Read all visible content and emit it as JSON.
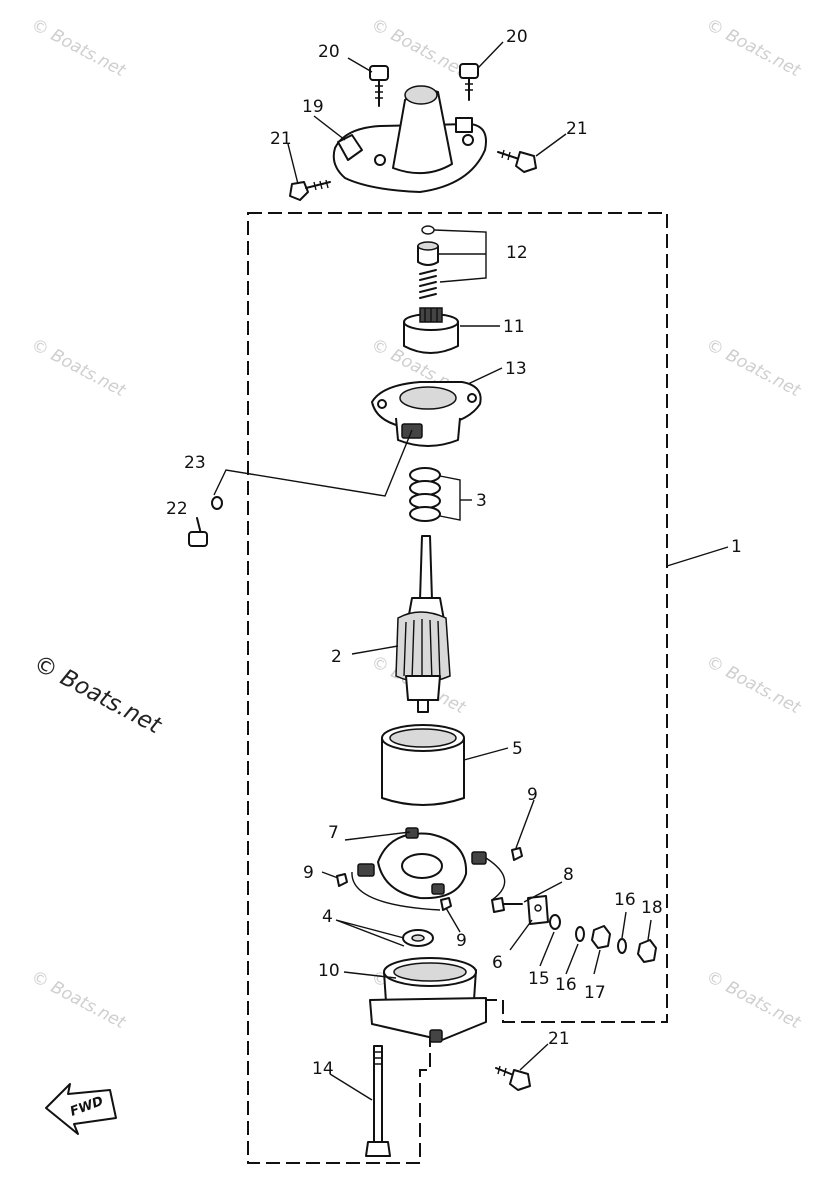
{
  "diagram": {
    "callouts": [
      {
        "id": "c20a",
        "text": "20"
      },
      {
        "id": "c20b",
        "text": "20"
      },
      {
        "id": "c19",
        "text": "19"
      },
      {
        "id": "c21a",
        "text": "21"
      },
      {
        "id": "c21b",
        "text": "21"
      },
      {
        "id": "c12",
        "text": "12"
      },
      {
        "id": "c11",
        "text": "11"
      },
      {
        "id": "c13",
        "text": "13"
      },
      {
        "id": "c23",
        "text": "23"
      },
      {
        "id": "c22",
        "text": "22"
      },
      {
        "id": "c3",
        "text": "3"
      },
      {
        "id": "c1",
        "text": "1"
      },
      {
        "id": "c2",
        "text": "2"
      },
      {
        "id": "c5",
        "text": "5"
      },
      {
        "id": "c9a",
        "text": "9"
      },
      {
        "id": "c7",
        "text": "7"
      },
      {
        "id": "c9b",
        "text": "9"
      },
      {
        "id": "c8",
        "text": "8"
      },
      {
        "id": "c16a",
        "text": "16"
      },
      {
        "id": "c18",
        "text": "18"
      },
      {
        "id": "c4",
        "text": "4"
      },
      {
        "id": "c9c",
        "text": "9"
      },
      {
        "id": "c6",
        "text": "6"
      },
      {
        "id": "c15",
        "text": "15"
      },
      {
        "id": "c16b",
        "text": "16"
      },
      {
        "id": "c17",
        "text": "17"
      },
      {
        "id": "c10",
        "text": "10"
      },
      {
        "id": "c21c",
        "text": "21"
      },
      {
        "id": "c14",
        "text": "14"
      }
    ],
    "direction_label": "FWD",
    "watermark": "© Boats.net"
  }
}
